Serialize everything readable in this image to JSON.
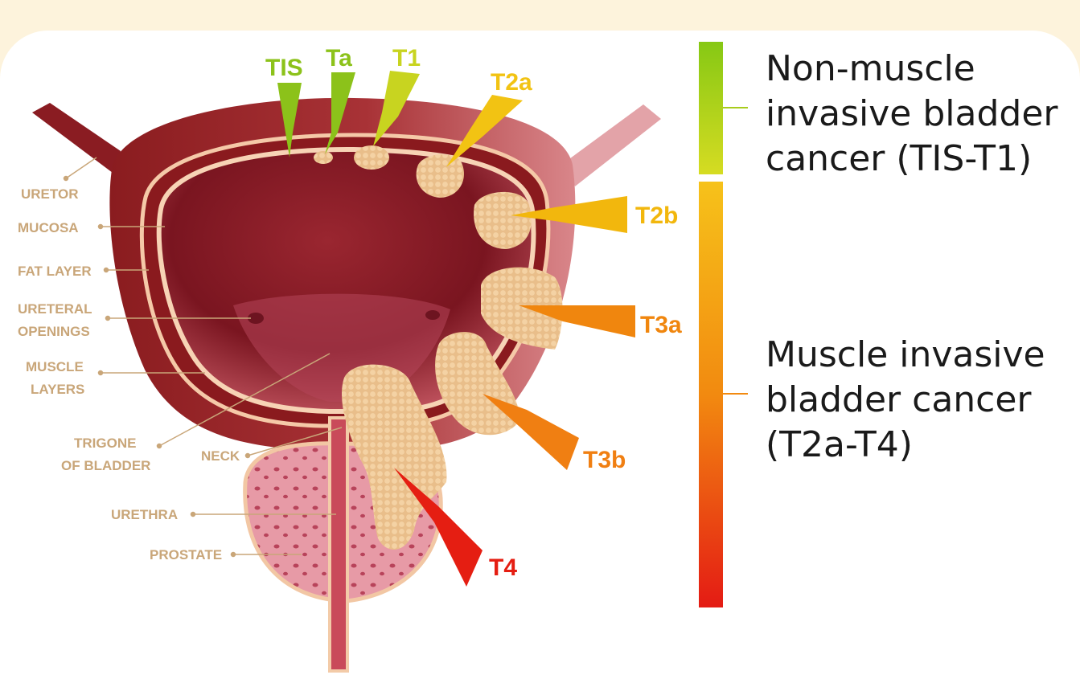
{
  "anatomy_labels": {
    "uretor": "URETOR",
    "mucosa": "MUCOSA",
    "fat_layer": "FAT LAYER",
    "ureteral_openings_1": "URETERAL",
    "ureteral_openings_2": "OPENINGS",
    "muscle_layers_1": "MUSCLE",
    "muscle_layers_2": "LAYERS",
    "trigone_1": "TRIGONE",
    "trigone_2": "OF BLADDER",
    "neck": "NECK",
    "urethra": "URETHRA",
    "prostate": "PROSTATE"
  },
  "stages": {
    "tis": "TIS",
    "ta": "Ta",
    "t1": "T1",
    "t2a": "T2a",
    "t2b": "T2b",
    "t3a": "T3a",
    "t3b": "T3b",
    "t4": "T4"
  },
  "stage_colors": {
    "tis": "#8cc21a",
    "ta": "#8cc21a",
    "t1": "#c8d420",
    "t2a": "#f2c313",
    "t2b": "#f2b70d",
    "t3a": "#f0860e",
    "t3b": "#f07f12",
    "t4": "#e51e12"
  },
  "legend": {
    "non_muscle": [
      "Non-muscle",
      "invasive bladder",
      "cancer (TIS-T1)"
    ],
    "muscle": [
      "Muscle invasive",
      "bladder cancer",
      "(T2a-T4)"
    ]
  }
}
